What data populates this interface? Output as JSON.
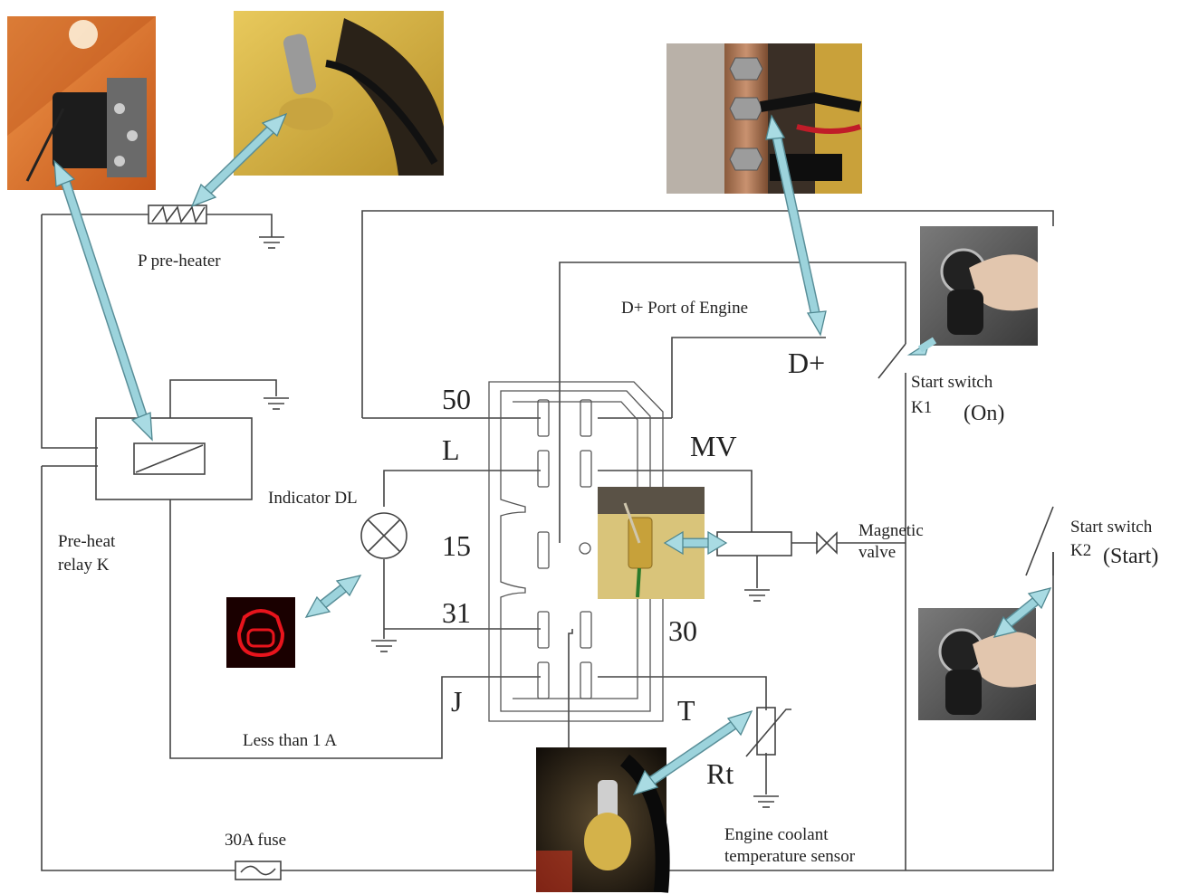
{
  "labels": {
    "p_preheater": "P pre-heater",
    "d_port": "D+ Port of Engine",
    "d_plus": "D+",
    "start_switch_k1": "Start switch",
    "k1": "K1",
    "on": "(On)",
    "pin50": "50",
    "pinL": "L",
    "mv": "MV",
    "indicator": "Indicator DL",
    "pin15": "15",
    "magnetic": "Magnetic",
    "valve": "valve",
    "start_switch_k2": "Start switch",
    "k2": "K2",
    "start": "(Start)",
    "preheat_relay_1": "Pre-heat",
    "preheat_relay_2": "relay K",
    "pin31": "31",
    "pin30": "30",
    "pinJ": "J",
    "pinT": "T",
    "less_than": "Less than 1 A",
    "rt": "Rt",
    "fuse": "30A fuse",
    "coolant_1": "Engine  coolant",
    "coolant_2": "temperature sensor"
  },
  "photos": [
    {
      "id": "relay-photo",
      "subject": "pre-heat relay"
    },
    {
      "id": "preheater-photo",
      "subject": "pre-heater plug"
    },
    {
      "id": "d-port-photo",
      "subject": "D+ port terminals"
    },
    {
      "id": "k1-photo",
      "subject": "ignition key switch on"
    },
    {
      "id": "connector-photo",
      "subject": "magnetic valve connector"
    },
    {
      "id": "indicator-photo",
      "subject": "preheat indicator lamp"
    },
    {
      "id": "k2-photo",
      "subject": "ignition key switch start"
    },
    {
      "id": "sensor-photo",
      "subject": "coolant temperature sensor"
    }
  ],
  "colors": {
    "arrow": "#a9dbe3",
    "indicator_bg": "#1a0000",
    "indicator_glow": "#e8141c",
    "machine_yellow": "#d8b23e",
    "machine_orange": "#e07a2a"
  }
}
